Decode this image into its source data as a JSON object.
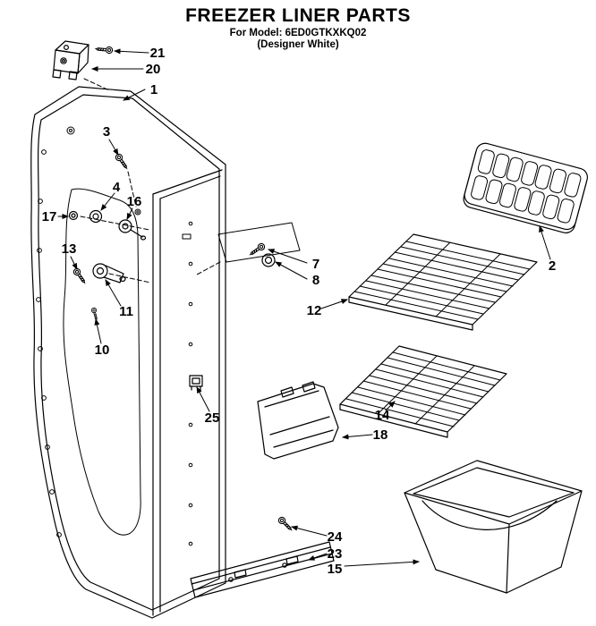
{
  "header": {
    "title": "FREEZER LINER PARTS",
    "model_line": "For Model: 6ED0GTKXKQ02",
    "finish_line": "(Designer White)"
  },
  "callouts": {
    "p1": "1",
    "p2": "2",
    "p3": "3",
    "p4": "4",
    "p7": "7",
    "p8": "8",
    "p10": "10",
    "p11": "11",
    "p12": "12",
    "p13": "13",
    "p14": "14",
    "p15": "15",
    "p16": "16",
    "p17": "17",
    "p18": "18",
    "p20": "20",
    "p21": "21",
    "p23": "23",
    "p24": "24",
    "p25": "25"
  },
  "colors": {
    "ink": "#000000",
    "background": "#ffffff"
  }
}
